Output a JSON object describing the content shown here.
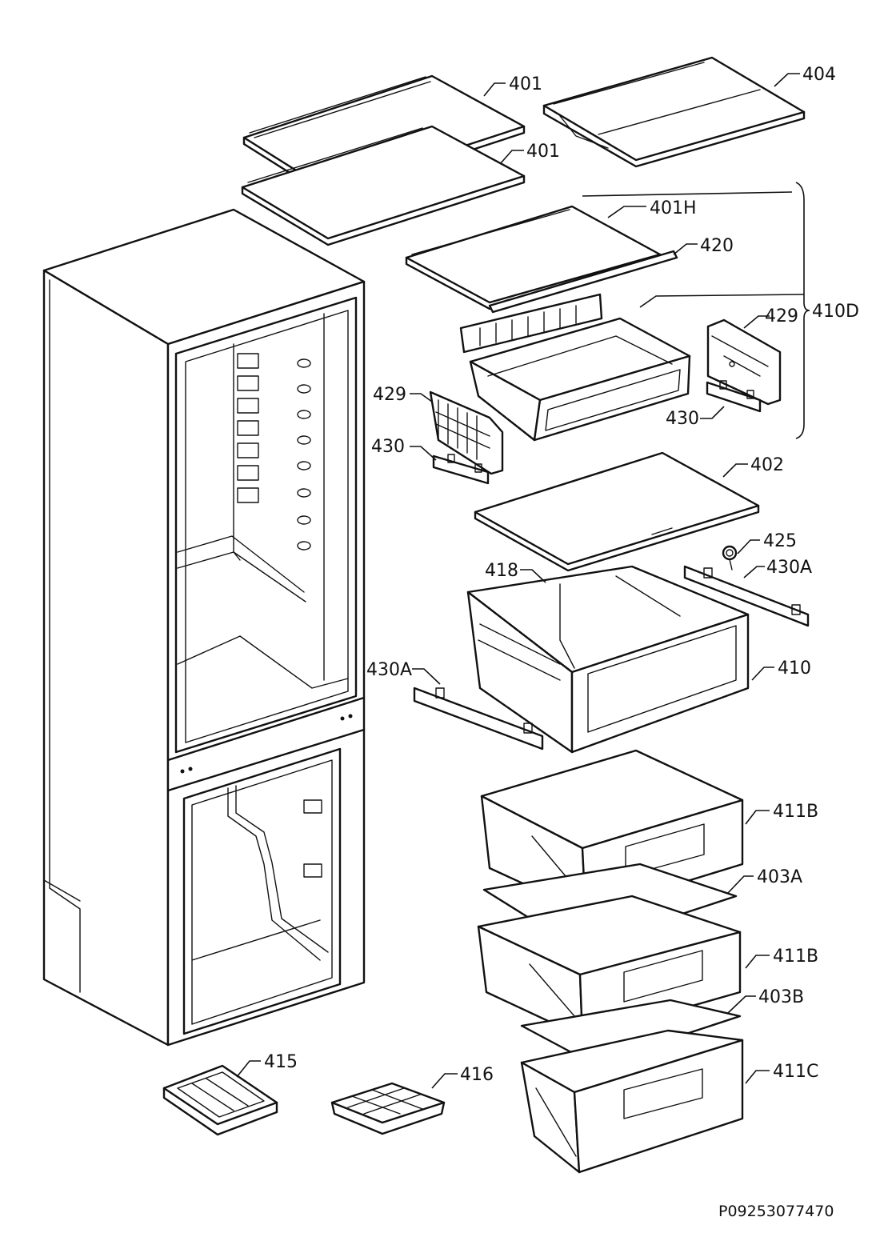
{
  "diagram": {
    "document_id": "P09253077470",
    "parts": [
      {
        "key": "p401a",
        "label": "401"
      },
      {
        "key": "p401b",
        "label": "401"
      },
      {
        "key": "p404",
        "label": "404"
      },
      {
        "key": "p401h",
        "label": "401H"
      },
      {
        "key": "p420",
        "label": "420"
      },
      {
        "key": "p410d",
        "label": "410D"
      },
      {
        "key": "p429r",
        "label": "429"
      },
      {
        "key": "p429l",
        "label": "429"
      },
      {
        "key": "p430r",
        "label": "430"
      },
      {
        "key": "p430l",
        "label": "430"
      },
      {
        "key": "p402",
        "label": "402"
      },
      {
        "key": "p425",
        "label": "425"
      },
      {
        "key": "p430ar",
        "label": "430A"
      },
      {
        "key": "p418",
        "label": "418"
      },
      {
        "key": "p430al",
        "label": "430A"
      },
      {
        "key": "p410",
        "label": "410"
      },
      {
        "key": "p411b1",
        "label": "411B"
      },
      {
        "key": "p403a",
        "label": "403A"
      },
      {
        "key": "p411b2",
        "label": "411B"
      },
      {
        "key": "p403b",
        "label": "403B"
      },
      {
        "key": "p411c",
        "label": "411C"
      },
      {
        "key": "p415",
        "label": "415"
      },
      {
        "key": "p416",
        "label": "416"
      }
    ]
  }
}
